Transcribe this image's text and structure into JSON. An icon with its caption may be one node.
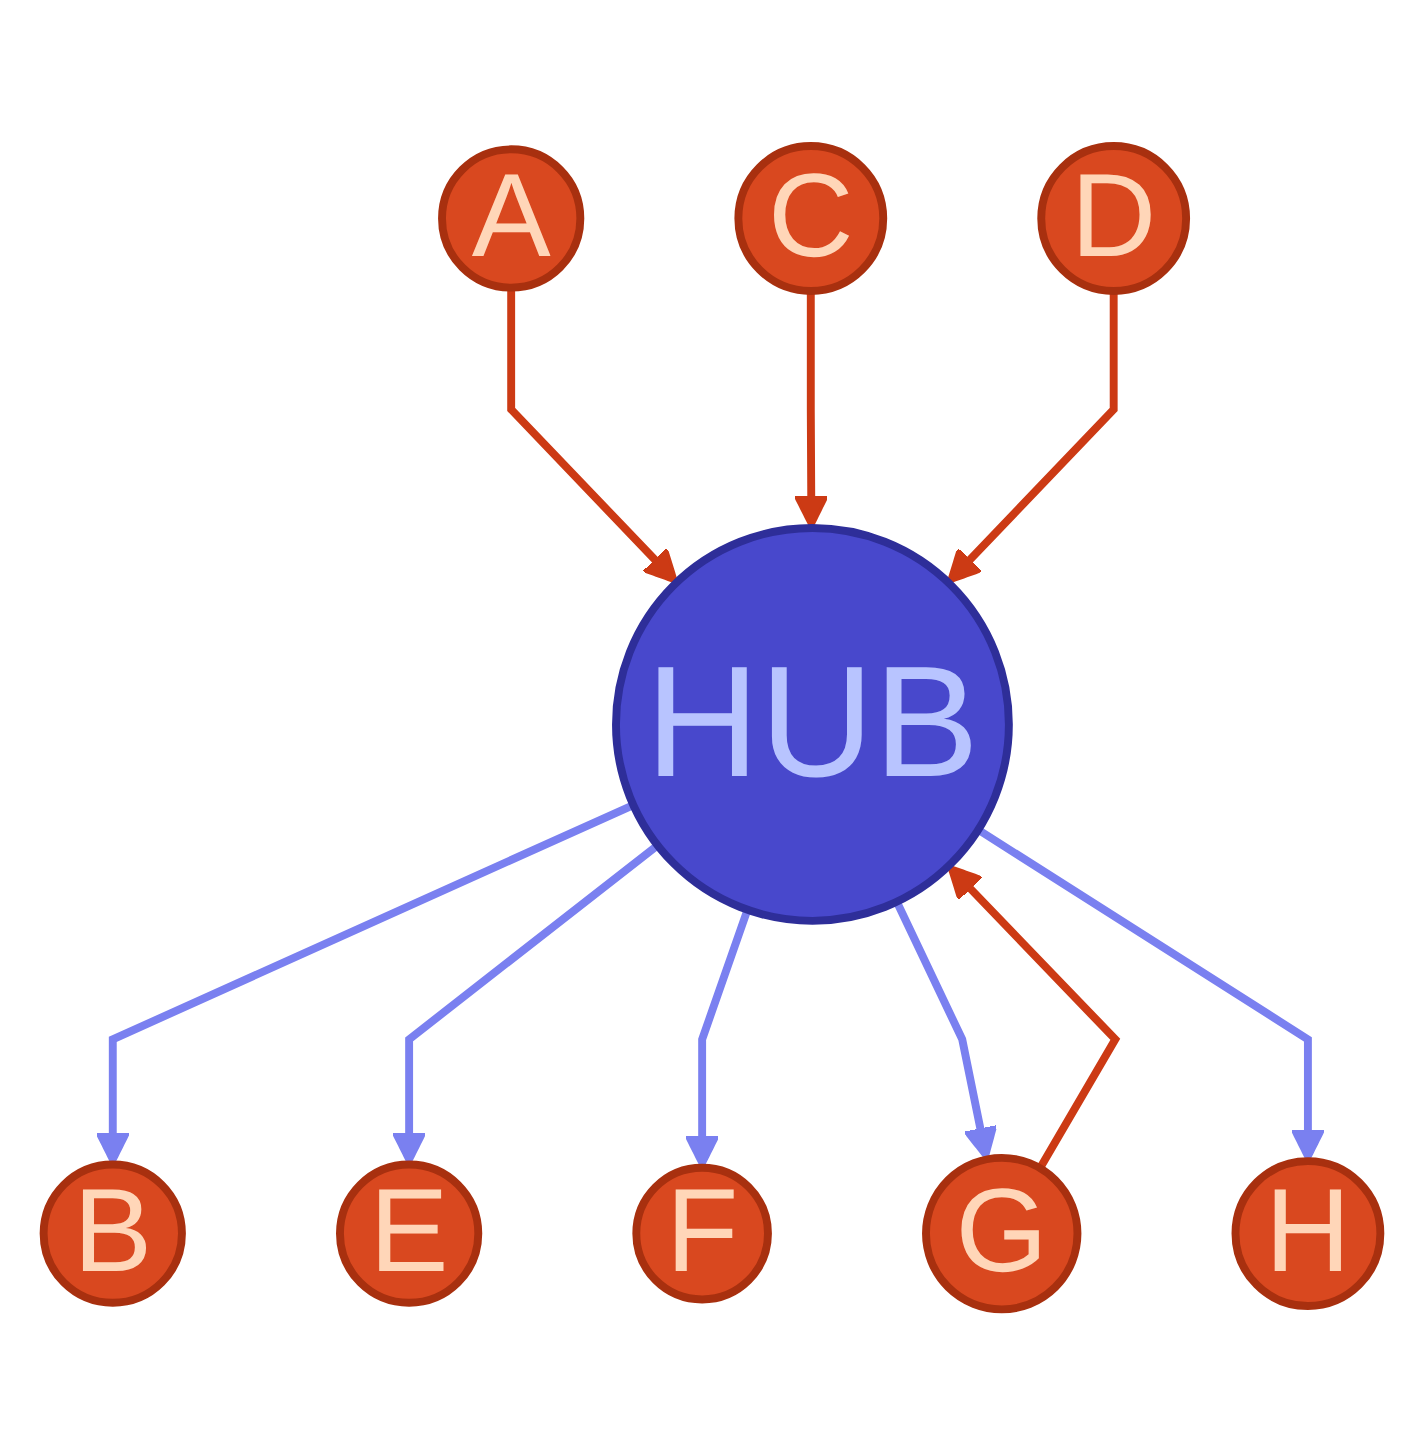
{
  "diagram": {
    "nodes": [
      {
        "text": [
          "A"
        ]
      },
      {
        "text": [
          "B"
        ]
      },
      {
        "text": [
          "H"
        ]
      },
      {
        "text": [
          "C"
        ]
      },
      {
        "text": [
          "HUB"
        ]
      },
      {
        "text": [
          "G"
        ]
      },
      {
        "text": [
          "D"
        ]
      },
      {
        "text": [
          "F"
        ]
      },
      {
        "text": [
          "E"
        ]
      }
    ],
    "edges": [
      {
        "from": 0,
        "to": 4,
        "arrow": "to",
        "color": "#cc3a14"
      },
      {
        "from": 4,
        "to": 1,
        "arrow": "to"
      },
      {
        "from": 3,
        "to": 4,
        "arrow": "to",
        "color": "#cc3a14"
      },
      {
        "from": 6,
        "to": 4,
        "arrow": "to",
        "color": "#cc3a14"
      },
      {
        "from": 4,
        "to": 8,
        "arrow": "to"
      },
      {
        "from": 4,
        "to": 7,
        "arrow": "to"
      },
      {
        "from": 4,
        "to": 5,
        "arrow": "to"
      },
      {
        "from": 5,
        "to": 4,
        "arrow": "to",
        "color": "#cc3a14"
      },
      {
        "from": 4,
        "to": 2,
        "arrow": "to"
      }
    ]
  }
}
